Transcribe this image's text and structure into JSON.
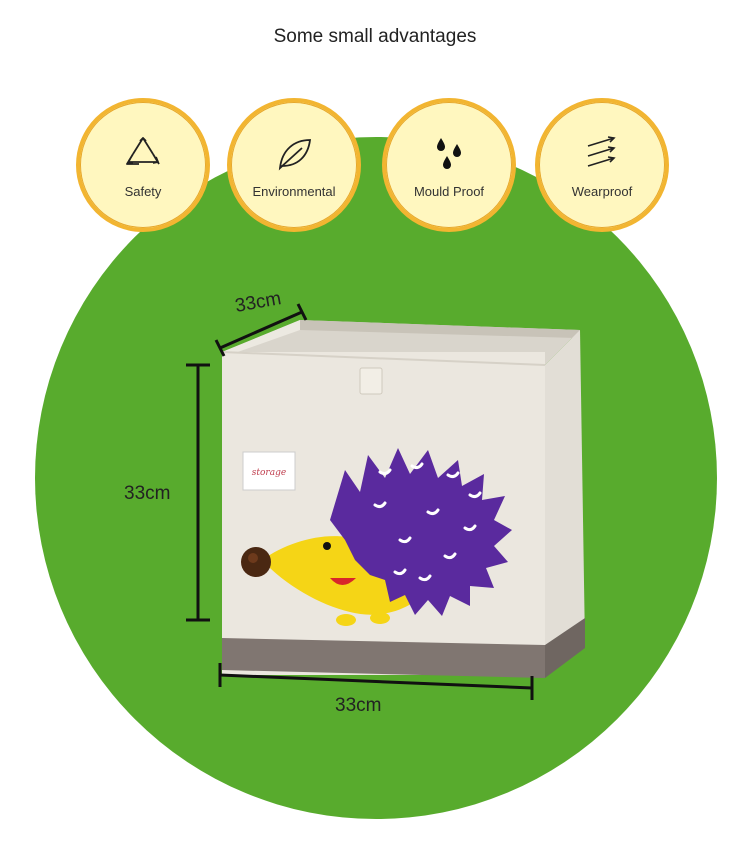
{
  "header": {
    "title": "Some small advantages"
  },
  "badges": [
    {
      "label": "Safety",
      "icon": "recycle-icon"
    },
    {
      "label": "Environmental",
      "icon": "leaf-icon"
    },
    {
      "label": "Mould Proof",
      "icon": "water-drops-icon"
    },
    {
      "label": "Wearproof",
      "icon": "arrows-icon"
    }
  ],
  "dimensions": {
    "depth": "33cm",
    "height": "33cm",
    "width": "33cm"
  },
  "product": {
    "tag_text": "storage"
  },
  "colors": {
    "green": "#58ab2d",
    "badge_border": "#f2b531",
    "badge_fill": "#fff7bf",
    "hedgehog_purple": "#5a2a9e",
    "hedgehog_yellow": "#f5d516"
  }
}
